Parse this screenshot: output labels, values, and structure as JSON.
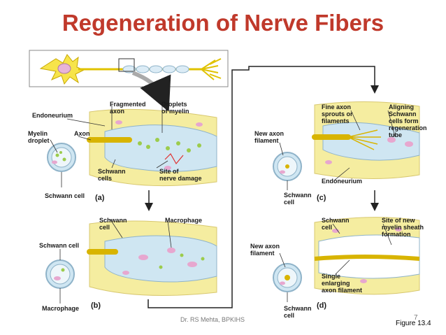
{
  "title": "Regeneration of Nerve Fibers",
  "footer": {
    "author": "Dr. RS Mehta, BPKIHS",
    "page_number": "7",
    "figure": "Figure 13.4"
  },
  "labels": {
    "fragmented_axon": "Fragmented axon",
    "droplets_myelin": "Droplets of myelin",
    "endoneurium_a": "Endoneurium",
    "myelin_droplet": "Myelin droplet",
    "axon": "Axon",
    "schwann_cells_a": "Schwann cells",
    "site_nerve_damage": "Site of nerve damage",
    "schwann_cell_a": "Schwann cell",
    "panel_a": "(a)",
    "schwann_cell_b_top": "Schwann cell",
    "macrophage_b_top": "Macrophage",
    "schwann_cell_b_left": "Schwann cell",
    "macrophage_b_bottom": "Macrophage",
    "panel_b": "(b)",
    "fine_axon_sprouts": "Fine axon sprouts or filaments",
    "aligning_schwann": "Aligning Schwann cells form regeneration tube",
    "new_axon_filament_c": "New axon filament",
    "endoneurium_c": "Endoneurium",
    "schwann_cell_c": "Schwann cell",
    "panel_c": "(c)",
    "schwann_cell_d_top": "Schwann cell",
    "site_new_myelin": "Site of new myelin sheath formation",
    "new_axon_filament_d": "New axon filament",
    "single_enlarging": "Single enlarging axon filament",
    "schwann_cell_d_bottom": "Schwann cell",
    "panel_d": "(d)"
  },
  "colors": {
    "title": "#c0392b",
    "nerve_yellow": "#f5eda0",
    "axon": "#d8b400",
    "schwann_blue": "#cfe6f2",
    "nucleus_pink": "#e7a7cf"
  }
}
